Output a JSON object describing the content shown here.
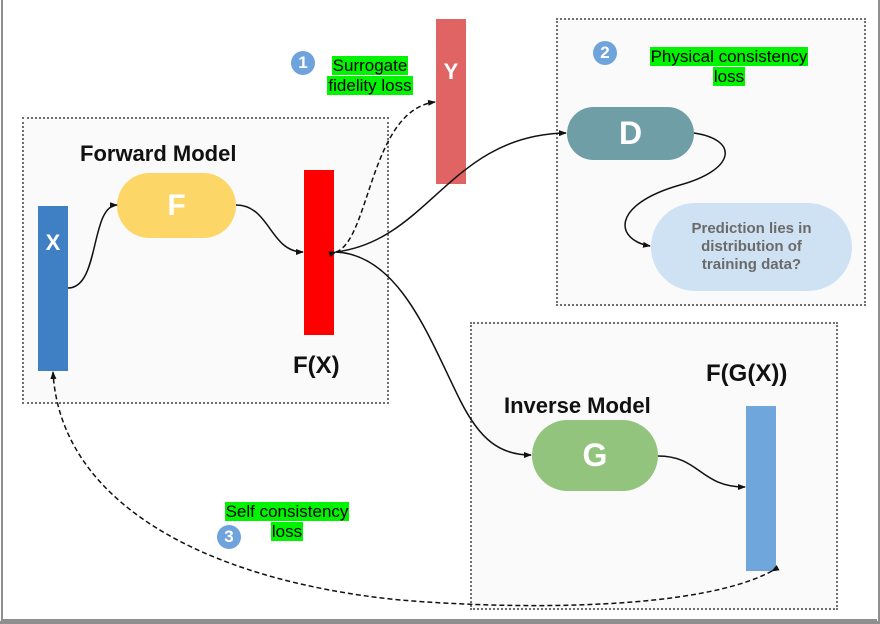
{
  "colors": {
    "x_bar": "#3f7fc4",
    "fx_bar": "#ff0000",
    "y_bar": "#e06464",
    "fgx_bar": "#6fa6dc",
    "f_node": "#fdd668",
    "d_node": "#6f9ea6",
    "g_node": "#93c47d",
    "question_node": "#cfe2f3",
    "highlight": "#00f400",
    "badge": "#6fa3dc"
  },
  "forward_panel": {
    "title": "Forward Model"
  },
  "inverse_panel": {
    "title": "Inverse Model"
  },
  "nodes": {
    "x": "X",
    "f": "F",
    "fx": "F(X)",
    "y": "Y",
    "d": "D",
    "question": "Prediction lies in distribution of training data?",
    "g": "G",
    "fgx": "F(G(X))"
  },
  "losses": [
    {
      "number": "1",
      "lines": [
        "Surrogate",
        "fidelity loss"
      ]
    },
    {
      "number": "2",
      "lines": [
        "Physical consistency",
        "loss"
      ]
    },
    {
      "number": "3",
      "lines": [
        "Self consistency",
        "loss"
      ]
    }
  ],
  "edges": [
    {
      "from": "X",
      "to": "F",
      "style": "solid"
    },
    {
      "from": "F",
      "to": "F(X)",
      "style": "solid"
    },
    {
      "from": "F(X)",
      "to": "Y",
      "style": "dashed",
      "bidirectional": true
    },
    {
      "from": "F(X)",
      "to": "D",
      "style": "solid"
    },
    {
      "from": "D",
      "to": "Prediction lies in distribution of training data?",
      "style": "solid"
    },
    {
      "from": "F(X)",
      "to": "G",
      "style": "solid"
    },
    {
      "from": "G",
      "to": "F(G(X))",
      "style": "solid"
    },
    {
      "from": "F(G(X))",
      "to": "X",
      "style": "dashed",
      "bidirectional": true
    }
  ]
}
